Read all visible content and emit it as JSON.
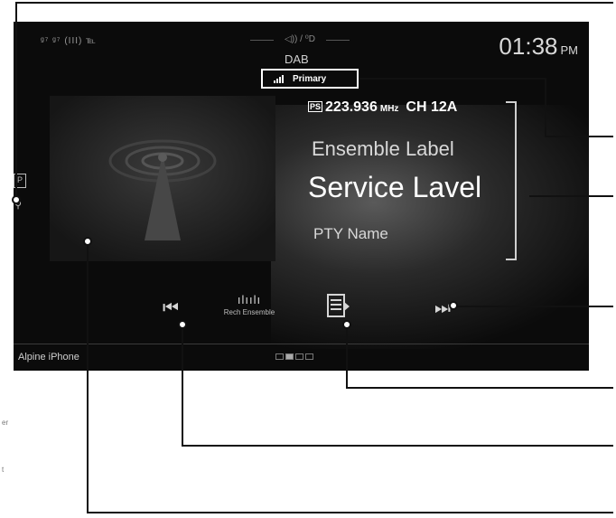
{
  "status": {
    "left_icons": "ᵍ⁷ ᵍ⁷ (III) ℡",
    "center_icons": "◁)) / ⁰D",
    "time": "01:38",
    "ampm": "PM"
  },
  "source": "DAB",
  "signal": {
    "label": "Primary"
  },
  "station": {
    "ps_icon": "PS",
    "frequency": "223.936",
    "unit": "MHz",
    "channel": "CH 12A",
    "ensemble_label": "Ensemble Label",
    "service_label": "Service Lavel",
    "pty_name": "PTY Name"
  },
  "sidebar": {
    "p_label": "P",
    "search_glyph": "⚲"
  },
  "controls": {
    "prev_glyph": "⏮",
    "rech_glyph": "ılıılı",
    "rech_label": "Rech Ensemble",
    "next_glyph": "⏭"
  },
  "footer": {
    "device_name": "Alpine iPhone"
  },
  "margin_notes": {
    "note1": "er",
    "note2": "t"
  }
}
